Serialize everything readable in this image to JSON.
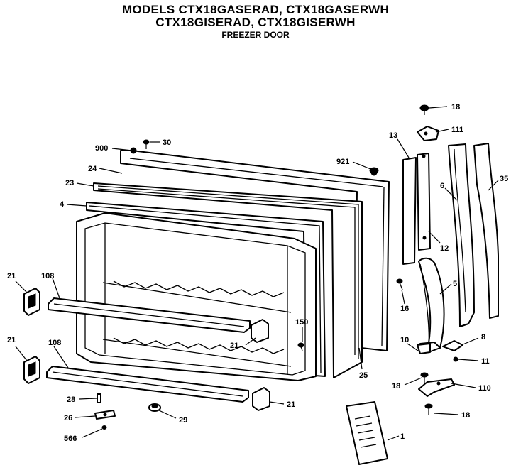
{
  "header": {
    "line1": "MODELS CTX18GASERAD, CTX18GASERWH",
    "line2": "CTX18GISERAD, CTX18GISERWH",
    "line3": "FREEZER DOOR"
  },
  "callouts": {
    "c18a": "18",
    "c111": "111",
    "c13": "13",
    "c30": "30",
    "c900": "900",
    "c921": "921",
    "c24": "24",
    "c6": "6",
    "c35": "35",
    "c23": "23",
    "c4": "4",
    "c12": "12",
    "c5": "5",
    "c16": "16",
    "c21a": "21",
    "c108a": "108",
    "c150": "150",
    "c21b": "21",
    "c8": "8",
    "c10": "10",
    "c11": "11",
    "c25": "25",
    "c21c": "21",
    "c108b": "108",
    "c18b": "18",
    "c110": "110",
    "c28": "28",
    "c21d": "21",
    "c26": "26",
    "c29": "29",
    "c18c": "18",
    "c566": "566",
    "c1": "1"
  }
}
